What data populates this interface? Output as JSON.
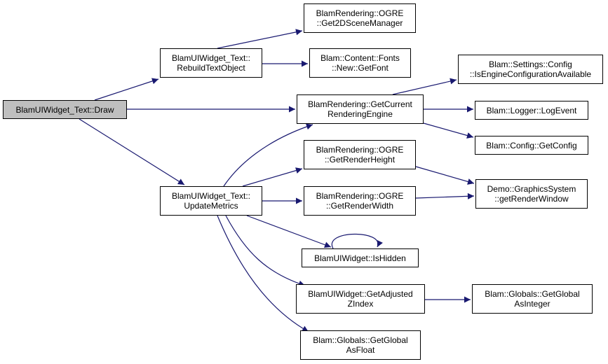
{
  "colors": {
    "edge": "#191970",
    "root_fill": "#bfbfbf",
    "node_fill": "#ffffff",
    "node_border": "#000000"
  },
  "nodes": {
    "root": {
      "lines": [
        "BlamUIWidget_Text::Draw"
      ]
    },
    "rebuild": {
      "lines": [
        "BlamUIWidget_Text::",
        "RebuildTextObject"
      ]
    },
    "update": {
      "lines": [
        "BlamUIWidget_Text::",
        "UpdateMetrics"
      ]
    },
    "get2d": {
      "lines": [
        "BlamRendering::OGRE",
        "::Get2DSceneManager"
      ]
    },
    "getfont": {
      "lines": [
        "Blam::Content::Fonts",
        "::New::GetFont"
      ]
    },
    "getcurrent": {
      "lines": [
        "BlamRendering::GetCurrent",
        "RenderingEngine"
      ]
    },
    "renderheight": {
      "lines": [
        "BlamRendering::OGRE",
        "::GetRenderHeight"
      ]
    },
    "renderwidth": {
      "lines": [
        "BlamRendering::OGRE",
        "::GetRenderWidth"
      ]
    },
    "ishidden": {
      "lines": [
        "BlamUIWidget::IsHidden"
      ]
    },
    "zindex": {
      "lines": [
        "BlamUIWidget::GetAdjusted",
        "ZIndex"
      ]
    },
    "asfloat": {
      "lines": [
        "Blam::Globals::GetGlobal",
        "AsFloat"
      ]
    },
    "isengine": {
      "lines": [
        "Blam::Settings::Config",
        "::IsEngineConfigurationAvailable"
      ]
    },
    "logevent": {
      "lines": [
        "Blam::Logger::LogEvent"
      ]
    },
    "getconfig": {
      "lines": [
        "Blam::Config::GetConfig"
      ]
    },
    "renderwindow": {
      "lines": [
        "Demo::GraphicsSystem",
        "::getRenderWindow"
      ]
    },
    "asinteger": {
      "lines": [
        "Blam::Globals::GetGlobal",
        "AsInteger"
      ]
    }
  },
  "edges": [
    [
      "root",
      "rebuild"
    ],
    [
      "root",
      "getcurrent"
    ],
    [
      "root",
      "update"
    ],
    [
      "rebuild",
      "get2d"
    ],
    [
      "rebuild",
      "getfont"
    ],
    [
      "getcurrent",
      "isengine"
    ],
    [
      "getcurrent",
      "logevent"
    ],
    [
      "getcurrent",
      "getconfig"
    ],
    [
      "update",
      "getcurrent"
    ],
    [
      "update",
      "renderheight"
    ],
    [
      "update",
      "renderwidth"
    ],
    [
      "update",
      "ishidden"
    ],
    [
      "update",
      "zindex"
    ],
    [
      "update",
      "asfloat"
    ],
    [
      "renderheight",
      "renderwindow"
    ],
    [
      "renderwidth",
      "renderwindow"
    ],
    [
      "ishidden",
      "ishidden"
    ],
    [
      "zindex",
      "asinteger"
    ]
  ]
}
